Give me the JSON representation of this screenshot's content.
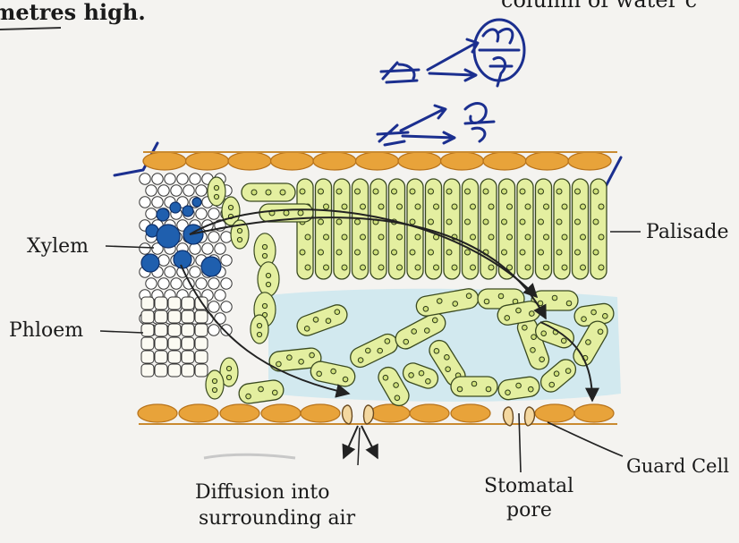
{
  "top_text": {
    "left": "metres high.",
    "right": "column of water c"
  },
  "labels": {
    "xylem": "Xylem",
    "phloem": "Phloem",
    "palisade": "Palisade",
    "guard_cell": "Guard Cell",
    "stomatal_pore_line1": "Stomatal",
    "stomatal_pore_line2": "pore",
    "diffusion_line1": "Diffusion into",
    "diffusion_line2": "surrounding air"
  },
  "colors": {
    "epidermis": "#e8a33a",
    "epidermis_edge": "#b8741c",
    "cell_fill": "#e4efa0",
    "cell_edge": "#3a4a20",
    "xylem": "#1f5fae",
    "tint": "#bfe3ee",
    "ink": "#1b2f8f"
  }
}
